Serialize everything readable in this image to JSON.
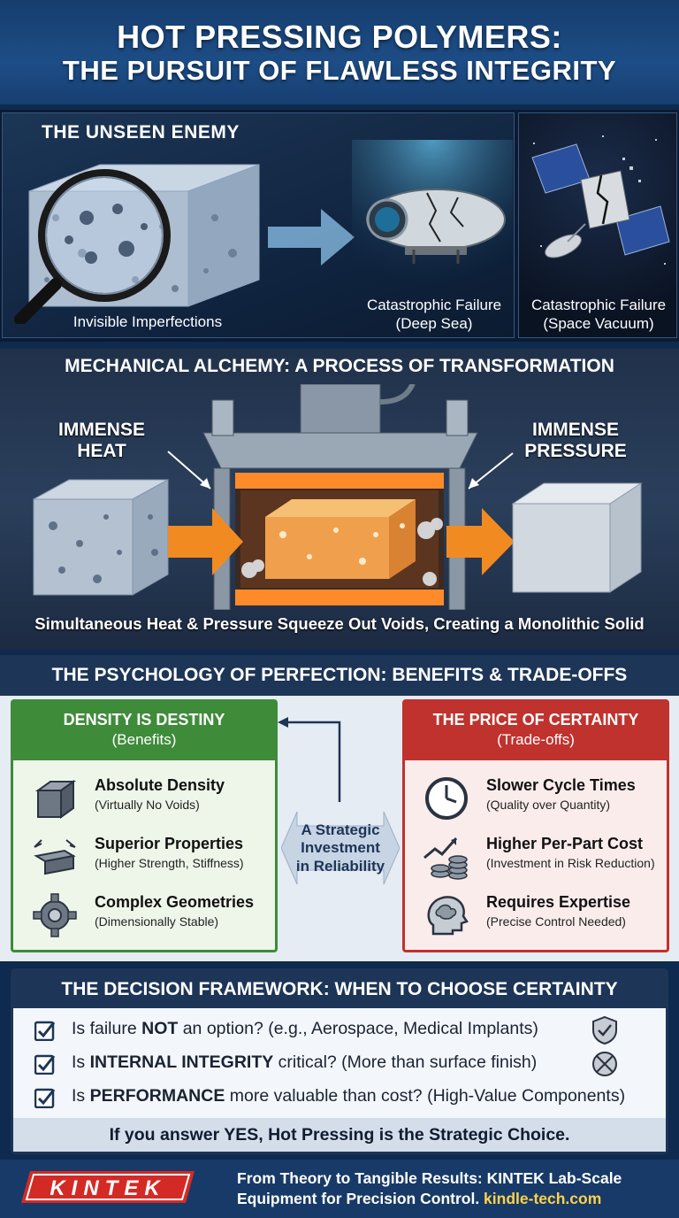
{
  "header": {
    "title_line1": "HOT PRESSING POLYMERS:",
    "title_line2": "THE PURSUIT OF FLAWLESS INTEGRITY"
  },
  "unseen_enemy": {
    "title": "THE UNSEEN ENEMY",
    "label_imperfections": "Invisible Imperfections",
    "label_deep_sea_1": "Catastrophic Failure",
    "label_deep_sea_2": "(Deep Sea)",
    "label_space_1": "Catastrophic Failure",
    "label_space_2": "(Space Vacuum)"
  },
  "alchemy": {
    "title": "MECHANICAL ALCHEMY: A PROCESS OF TRANSFORMATION",
    "heat_1": "IMMENSE",
    "heat_2": "HEAT",
    "pressure_1": "IMMENSE",
    "pressure_2": "PRESSURE",
    "caption": "Simultaneous Heat & Pressure Squeeze Out Voids, Creating a Monolithic Solid"
  },
  "psychology": {
    "title": "THE PSYCHOLOGY OF PERFECTION: BENEFITS & TRADE-OFFS",
    "benefits": {
      "heading": "DENSITY IS DESTINY",
      "sub": "(Benefits)",
      "items": [
        {
          "title": "Absolute Density",
          "desc": "(Virtually No Voids)",
          "icon": "cube-icon"
        },
        {
          "title": "Superior Properties",
          "desc": "(Higher Strength, Stiffness)",
          "icon": "beam-icon"
        },
        {
          "title": "Complex Geometries",
          "desc": "(Dimensionally Stable)",
          "icon": "gear-icon"
        }
      ]
    },
    "center_1": "A Strategic",
    "center_2": "Investment",
    "center_3": "in Reliability",
    "tradeoffs": {
      "heading": "THE PRICE OF CERTAINTY",
      "sub": "(Trade-offs)",
      "items": [
        {
          "title": "Slower Cycle Times",
          "desc": "(Quality over Quantity)",
          "icon": "clock-icon"
        },
        {
          "title": "Higher Per-Part Cost",
          "desc": "(Investment in Risk Reduction)",
          "icon": "coins-chart-icon"
        },
        {
          "title": "Requires Expertise",
          "desc": "(Precise Control Needed)",
          "icon": "brain-head-icon"
        }
      ]
    }
  },
  "decision": {
    "title": "THE DECISION FRAMEWORK: WHEN TO CHOOSE CERTAINTY",
    "q1_pre": "Is failure ",
    "q1_bold": "NOT",
    "q1_post": " an option? (e.g., Aerospace, Medical Implants)",
    "q2_pre": "Is ",
    "q2_bold": "INTERNAL INTEGRITY",
    "q2_post": " critical? (More than surface finish)",
    "q3_pre": "Is ",
    "q3_bold": "PERFORMANCE",
    "q3_post": " more valuable than cost? (High-Value Components)",
    "verdict": "If you answer YES, Hot Pressing is the Strategic Choice."
  },
  "footer": {
    "logo": "KINTEK",
    "line1": "From Theory to Tangible Results: KINTEK Lab-Scale",
    "line2_pre": "Equipment for Precision Control. ",
    "url": "kindle-tech.com"
  },
  "colors": {
    "navy": "#1d3556",
    "benefit_green": "#3e8b3a",
    "tradeoff_red": "#c0322d",
    "heat_orange": "#f28a22",
    "logo_red": "#d42a25"
  }
}
